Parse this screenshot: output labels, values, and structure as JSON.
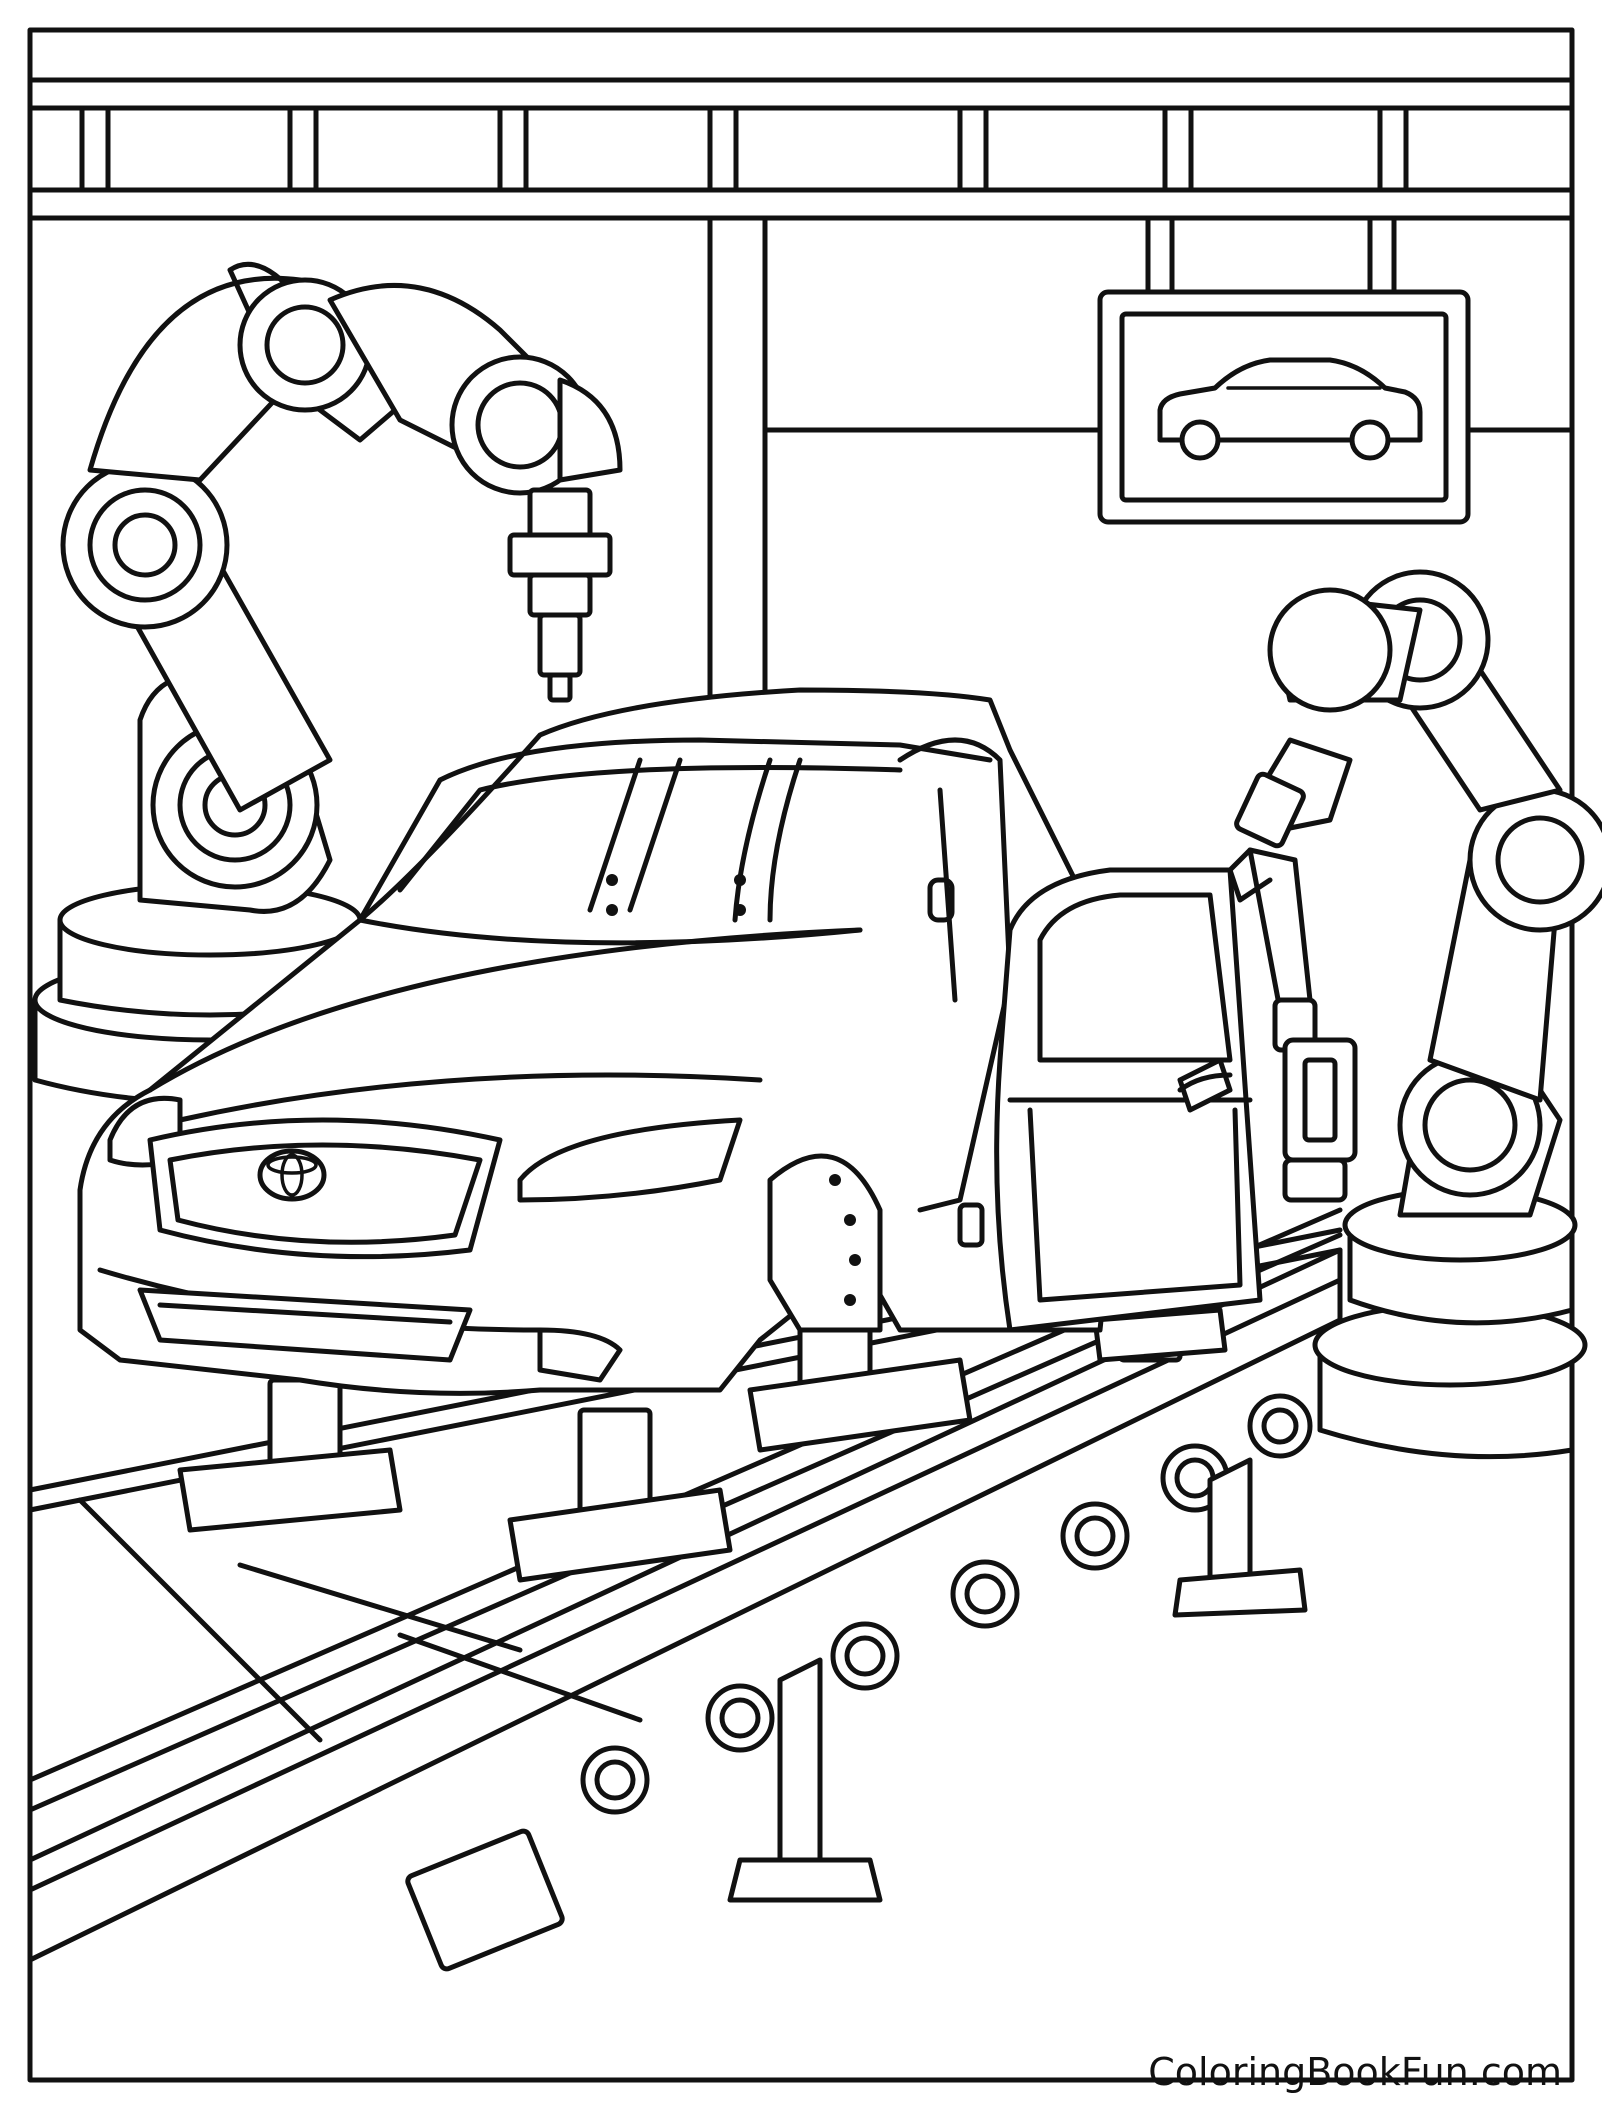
{
  "page": {
    "watermark": "ColoringBookFun.com"
  },
  "colors": {
    "ink": "#111111",
    "paper": "#ffffff"
  },
  "scene": {
    "subject": "car-assembly-line",
    "objects": [
      "robotic-arm-left",
      "robotic-arm-right",
      "car-body",
      "car-door",
      "conveyor-track",
      "hanging-sign-car-icon",
      "factory-roof-beam",
      "brand-emblem-logo"
    ]
  }
}
